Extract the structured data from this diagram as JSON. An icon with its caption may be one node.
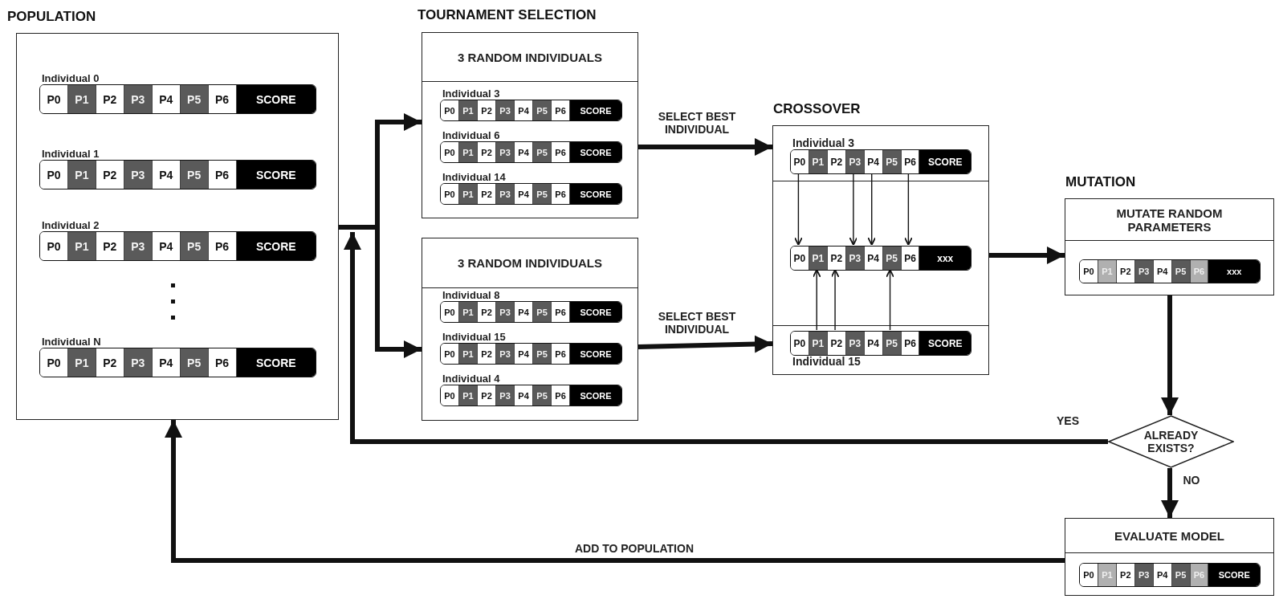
{
  "diagram": {
    "nodes": [
      {
        "text": [
          "POPULATION"
        ]
      },
      {
        "text": [
          "P0",
          "P1",
          "P2",
          "P3",
          "P4",
          "P5",
          "P6",
          "SCORE"
        ],
        "in": 0,
        "beside": [
          "Individual 0"
        ]
      },
      {
        "text": [
          "P0",
          "P1",
          "P2",
          "P3",
          "P4",
          "P5",
          "P6",
          "SCORE"
        ],
        "in": 0,
        "beside": [
          "Individual 1"
        ]
      },
      {
        "text": [
          "P0",
          "P1",
          "P2",
          "P3",
          "P4",
          "P5",
          "P6",
          "SCORE"
        ],
        "in": 0,
        "beside": [
          "Individual 2"
        ]
      },
      {
        "text": [
          "P0",
          "P1",
          "P2",
          "P3",
          "P4",
          "P5",
          "P6",
          "SCORE"
        ],
        "in": 0,
        "beside": [
          "Individual N"
        ]
      },
      {
        "text": [
          "3 RANDOM INDIVIDUALS"
        ]
      },
      {
        "text": [
          "P0",
          "P1",
          "P2",
          "P3",
          "P4",
          "P5",
          "P6",
          "SCORE"
        ],
        "in": 5,
        "beside": [
          "Individual 3"
        ]
      },
      {
        "text": [
          "P0",
          "P1",
          "P2",
          "P3",
          "P4",
          "P5",
          "P6",
          "SCORE"
        ],
        "in": 5,
        "beside": [
          "Individual 6"
        ]
      },
      {
        "text": [
          "P0",
          "P1",
          "P2",
          "P3",
          "P4",
          "P5",
          "P6",
          "SCORE"
        ],
        "in": 5,
        "beside": [
          "Individual 14"
        ]
      },
      {
        "text": [
          "3 RANDOM INDIVIDUALS"
        ]
      },
      {
        "text": [
          "P0",
          "P1",
          "P2",
          "P3",
          "P4",
          "P5",
          "P6",
          "SCORE"
        ],
        "in": 9,
        "beside": [
          "Individual 8"
        ]
      },
      {
        "text": [
          "P0",
          "P1",
          "P2",
          "P3",
          "P4",
          "P5",
          "P6",
          "SCORE"
        ],
        "in": 9,
        "beside": [
          "Individual 15"
        ]
      },
      {
        "text": [
          "P0",
          "P1",
          "P2",
          "P3",
          "P4",
          "P5",
          "P6",
          "SCORE"
        ],
        "in": 9,
        "beside": [
          "Individual 4"
        ]
      },
      {
        "text": [
          "CROSSOVER"
        ]
      },
      {
        "text": [
          "P0",
          "P1",
          "P2",
          "P3",
          "P4",
          "P5",
          "P6",
          "SCORE"
        ],
        "in": 13,
        "beside": [
          "Individual 3"
        ]
      },
      {
        "text": [
          "P0",
          "P1",
          "P2",
          "P3",
          "P4",
          "P5",
          "P6",
          "xxx"
        ],
        "in": 13
      },
      {
        "text": [
          "P0",
          "P1",
          "P2",
          "P3",
          "P4",
          "P5",
          "P6",
          "SCORE"
        ],
        "in": 13,
        "beside": [
          "Individual 15"
        ]
      },
      {
        "text": [
          "MUTATION",
          "MUTATE RANDOM PARAMETERS"
        ]
      },
      {
        "text": [
          "P0",
          "P1",
          "P2",
          "P3",
          "P4",
          "P5",
          "P6",
          "xxx"
        ],
        "in": 17
      },
      {
        "text": [
          "ALREADY EXISTS?"
        ]
      },
      {
        "text": [
          "EVALUATE MODEL"
        ]
      },
      {
        "text": [
          "P0",
          "P1",
          "P2",
          "P3",
          "P4",
          "P5",
          "P6",
          "SCORE"
        ],
        "in": 20
      }
    ],
    "edges": [
      {
        "from": 0,
        "to": 5,
        "arrow": "to"
      },
      {
        "from": 0,
        "to": 9,
        "arrow": "to"
      },
      {
        "from": 5,
        "to": 13,
        "arrow": "to",
        "label": "SELECT BEST INDIVIDUAL"
      },
      {
        "from": 9,
        "to": 13,
        "arrow": "to",
        "label": "SELECT BEST INDIVIDUAL"
      },
      {
        "from": 14,
        "to": 15,
        "arrow": "to"
      },
      {
        "from": 14,
        "to": 15,
        "arrow": "to"
      },
      {
        "from": 14,
        "to": 15,
        "arrow": "to"
      },
      {
        "from": 14,
        "to": 15,
        "arrow": "to"
      },
      {
        "from": 16,
        "to": 15,
        "arrow": "to"
      },
      {
        "from": 16,
        "to": 15,
        "arrow": "to"
      },
      {
        "from": 16,
        "to": 15,
        "arrow": "to"
      },
      {
        "from": 13,
        "to": 17,
        "arrow": "to"
      },
      {
        "from": 17,
        "to": 19,
        "arrow": "to"
      },
      {
        "from": 19,
        "to": 0,
        "arrow": "to",
        "label": "YES"
      },
      {
        "from": 19,
        "to": 20,
        "arrow": "to",
        "label": "NO"
      },
      {
        "from": 20,
        "to": 0,
        "arrow": "to",
        "label": "ADD TO POPULATION"
      }
    ],
    "labels": [
      "TOURNAMENT SELECTION"
    ]
  }
}
